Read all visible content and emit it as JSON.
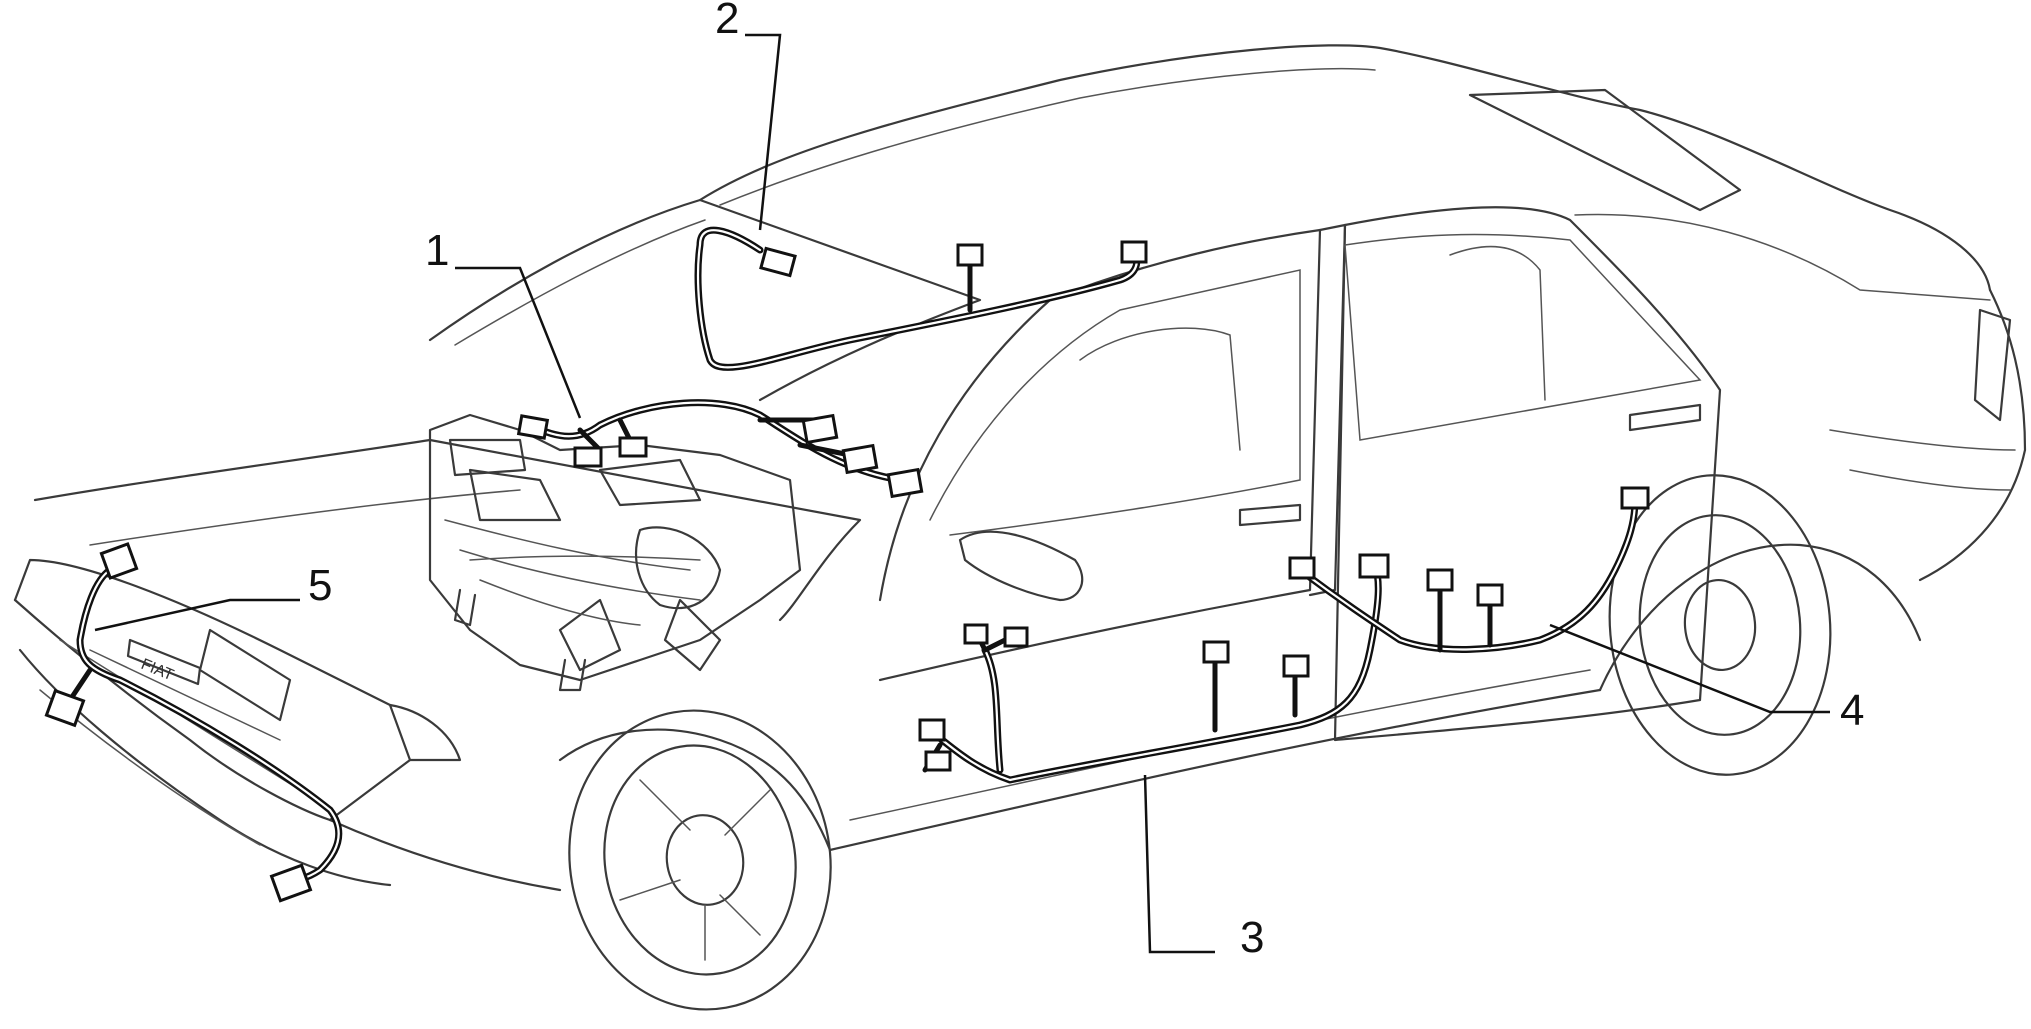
{
  "diagram": {
    "callouts": [
      {
        "id": "1",
        "label": "1"
      },
      {
        "id": "2",
        "label": "2"
      },
      {
        "id": "3",
        "label": "3"
      },
      {
        "id": "4",
        "label": "4"
      },
      {
        "id": "5",
        "label": "5"
      }
    ],
    "badge_text": "FIAT"
  }
}
